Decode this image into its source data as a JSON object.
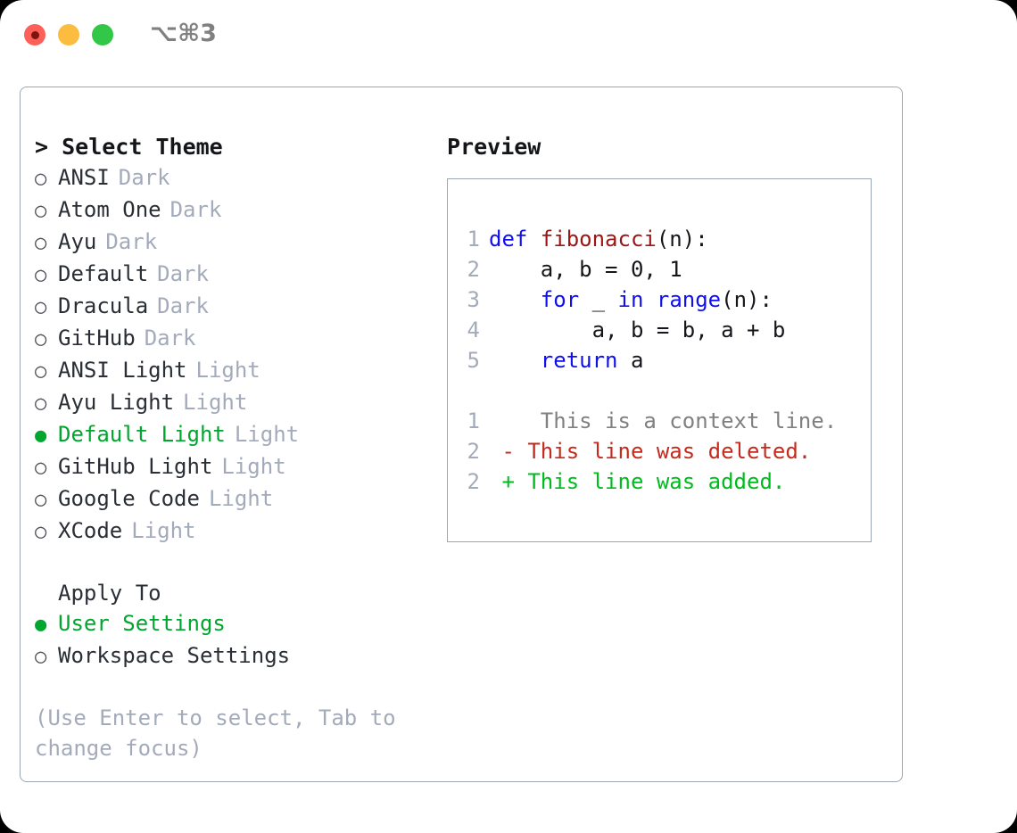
{
  "titlebar": {
    "shortcut": "⌥⌘3",
    "buttons": [
      {
        "name": "close",
        "color": "#fc6058"
      },
      {
        "name": "minimize",
        "color": "#fcbc40"
      },
      {
        "name": "maximize",
        "color": "#33c748"
      }
    ]
  },
  "theme_picker": {
    "header": "> Select Theme",
    "bullet_selected": "●",
    "bullet_unselected": "○",
    "items": [
      {
        "label": "ANSI",
        "tag": "Dark",
        "selected": false
      },
      {
        "label": "Atom One",
        "tag": "Dark",
        "selected": false
      },
      {
        "label": "Ayu",
        "tag": "Dark",
        "selected": false
      },
      {
        "label": "Default",
        "tag": "Dark",
        "selected": false
      },
      {
        "label": "Dracula",
        "tag": "Dark",
        "selected": false
      },
      {
        "label": "GitHub",
        "tag": "Dark",
        "selected": false
      },
      {
        "label": "ANSI Light",
        "tag": "Light",
        "selected": false
      },
      {
        "label": "Ayu Light",
        "tag": "Light",
        "selected": false
      },
      {
        "label": "Default Light",
        "tag": "Light",
        "selected": true
      },
      {
        "label": "GitHub Light",
        "tag": "Light",
        "selected": false
      },
      {
        "label": "Google Code",
        "tag": "Light",
        "selected": false
      },
      {
        "label": "XCode",
        "tag": "Light",
        "selected": false
      }
    ]
  },
  "apply_to": {
    "title": "Apply To",
    "items": [
      {
        "label": "User Settings",
        "selected": true
      },
      {
        "label": "Workspace Settings",
        "selected": false
      }
    ]
  },
  "hint": "(Use Enter to select, Tab to change focus)",
  "preview": {
    "title": "Preview",
    "code_lines": [
      {
        "num": "1",
        "tokens": [
          {
            "t": "def ",
            "c": "kw"
          },
          {
            "t": "fibonacci",
            "c": "fn"
          },
          {
            "t": "(n):",
            "c": "pl"
          }
        ]
      },
      {
        "num": "2",
        "tokens": [
          {
            "t": "    a, b = 0, 1",
            "c": "pl"
          }
        ]
      },
      {
        "num": "3",
        "tokens": [
          {
            "t": "    ",
            "c": "pl"
          },
          {
            "t": "for",
            "c": "kw"
          },
          {
            "t": " _ ",
            "c": "pl"
          },
          {
            "t": "in",
            "c": "kw"
          },
          {
            "t": " ",
            "c": "pl"
          },
          {
            "t": "range",
            "c": "kw"
          },
          {
            "t": "(n):",
            "c": "pl"
          }
        ]
      },
      {
        "num": "4",
        "tokens": [
          {
            "t": "        a, b = b, a + b",
            "c": "pl"
          }
        ]
      },
      {
        "num": "5",
        "tokens": [
          {
            "t": "    ",
            "c": "pl"
          },
          {
            "t": "return",
            "c": "kw"
          },
          {
            "t": " a",
            "c": "pl"
          }
        ]
      }
    ],
    "diff_lines": [
      {
        "num": "1",
        "marker": " ",
        "text": "  This is a context line.",
        "kind": "ctx"
      },
      {
        "num": "2",
        "marker": "-",
        "text": " This line was deleted.",
        "kind": "del"
      },
      {
        "num": "2",
        "marker": "+",
        "text": " This line was added.",
        "kind": "add"
      }
    ]
  },
  "colors": {
    "accent_green": "#00a62e",
    "muted_gray": "#a3abbb",
    "keyword_blue": "#1010ee",
    "function_red": "#9c1616",
    "diff_red": "#c42b1c",
    "diff_green": "#00bb1e",
    "border": "#9aa5b5"
  }
}
